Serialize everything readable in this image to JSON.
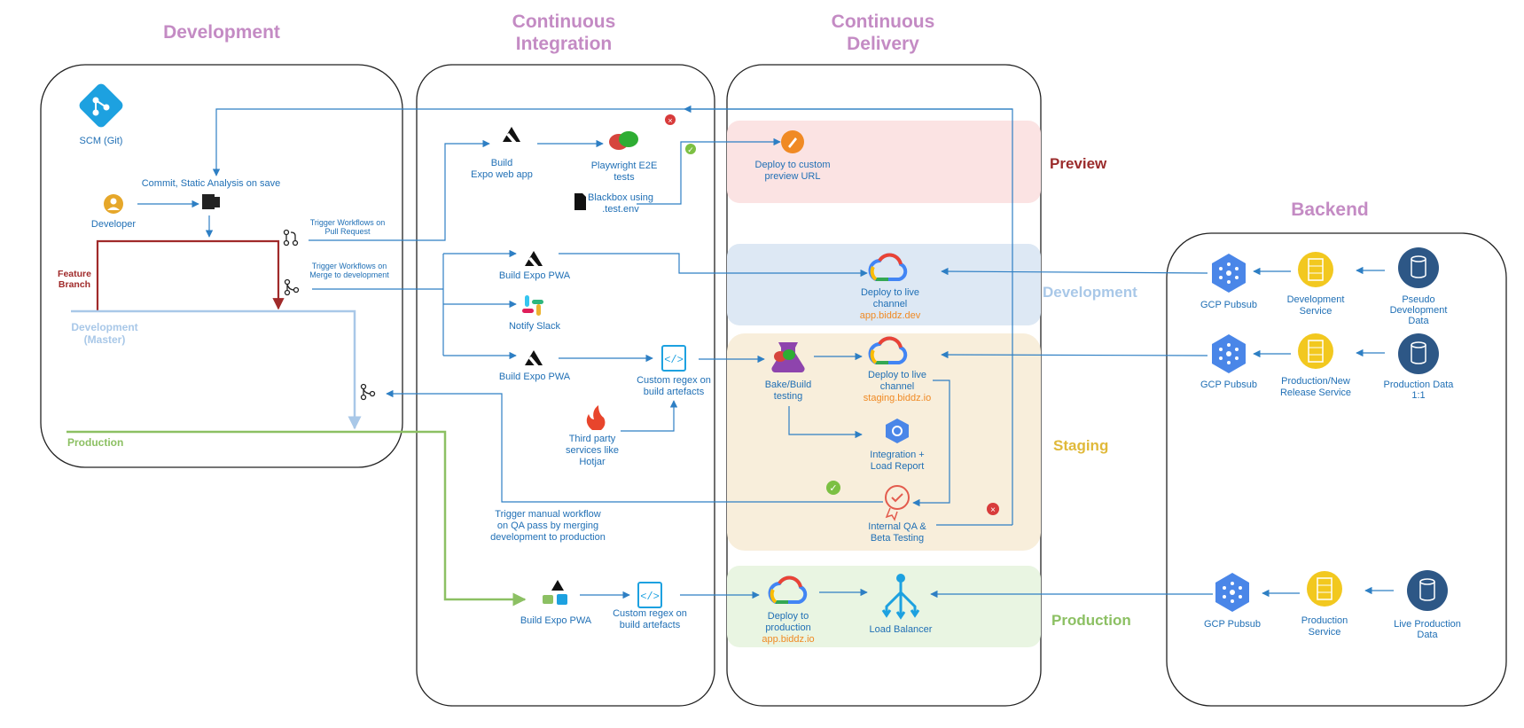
{
  "headers": {
    "development": "Development",
    "ci_line1": "Continuous",
    "ci_line2": "Integration",
    "cd_line1": "Continuous",
    "cd_line2": "Delivery",
    "backend": "Backend"
  },
  "environments": {
    "preview": "Preview",
    "development": "Development",
    "staging": "Staging",
    "production": "Production"
  },
  "development_panel": {
    "scm": "SCM (Git)",
    "commit": "Commit, Static Analysis on save",
    "developer": "Developer",
    "feature_branch_1": "Feature",
    "feature_branch_2": "Branch",
    "dev_master_1": "Development",
    "dev_master_2": "(Master)",
    "production": "Production",
    "trigger_pr_1": "Trigger Workflows on",
    "trigger_pr_2": "Pull Request",
    "trigger_merge_1": "Trigger Workflows on",
    "trigger_merge_2": "Merge to development"
  },
  "ci_panel": {
    "build_web_1": "Build",
    "build_web_2": "Expo web app",
    "playwright_1": "Playwright E2E",
    "playwright_2": "tests",
    "blackbox_1": "Blackbox using",
    "blackbox_2": ".test.env",
    "build_pwa_dev": "Build Expo PWA",
    "notify_slack": "Notify Slack",
    "build_pwa_staging": "Build Expo PWA",
    "regex_staging_1": "Custom regex on",
    "regex_staging_2": "build artefacts",
    "third_party_1": "Third party",
    "third_party_2": "services like",
    "third_party_3": "Hotjar",
    "manual_1": "Trigger manual workflow",
    "manual_2": "on QA pass by merging",
    "manual_3": "development to production",
    "build_pwa_prod": "Build Expo PWA",
    "regex_prod_1": "Custom regex on",
    "regex_prod_2": "build artefacts"
  },
  "cd_panel": {
    "deploy_preview_1": "Deploy to custom",
    "deploy_preview_2": "preview URL",
    "deploy_dev_1": "Deploy to live",
    "deploy_dev_2": "channel",
    "deploy_dev_url": "app.biddz.dev",
    "bake_1": "Bake/Build",
    "bake_2": "testing",
    "deploy_staging_1": "Deploy to live",
    "deploy_staging_2": "channel",
    "deploy_staging_url": "staging.biddz.io",
    "integration_1": "Integration +",
    "integration_2": "Load Report",
    "qa_1": "Internal QA &",
    "qa_2": "Beta Testing",
    "deploy_prod_1": "Deploy to",
    "deploy_prod_2": "production",
    "deploy_prod_url": "app.biddz.io",
    "load_balancer": "Load Balancer"
  },
  "backend_panel": {
    "pubsub_1": "GCP Pubsub",
    "dev_service_1": "Development",
    "dev_service_2": "Service",
    "pseudo_1": "Pseudo",
    "pseudo_2": "Development",
    "pseudo_3": "Data",
    "pubsub_2": "GCP Pubsub",
    "prod_new_1": "Production/New",
    "prod_new_2": "Release Service",
    "prod_data_1": "Production Data",
    "prod_data_2": "1:1",
    "pubsub_3": "GCP Pubsub",
    "prod_service_1": "Production",
    "prod_service_2": "Service",
    "live_1": "Live Production",
    "live_2": "Data"
  },
  "colors": {
    "header": "#c48bc4",
    "label": "#1f6fb5",
    "preview": "#9b2c2c",
    "development_env": "#a9c8e8",
    "staging": "#e0b93a",
    "production": "#8cc063",
    "feature_branch": "#a02a2a",
    "url_orange": "#f08a24"
  }
}
